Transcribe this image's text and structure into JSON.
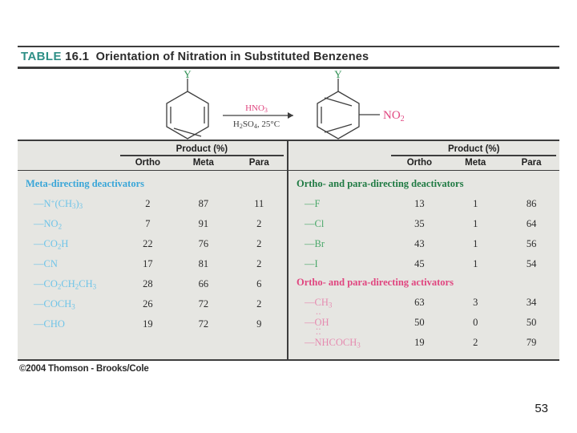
{
  "table": {
    "label": "TABLE",
    "number": "16.1",
    "caption": "Orientation of Nitration in Substituted Benzenes"
  },
  "scheme": {
    "substituent_label": "Y",
    "reagent_top": "HNO3",
    "reagent_bottom": "H2SO4, 25°C",
    "product_group": "NO2",
    "colors": {
      "substituent": "#2e8f53",
      "reagent": "#e0457f",
      "product_group": "#e0457f",
      "structure": "#3d3d3d"
    }
  },
  "columns": {
    "span_header": "Product (%)",
    "ortho": "Ortho",
    "meta": "Meta",
    "para": "Para"
  },
  "sections": {
    "meta_directing_deactivators": {
      "title": "Meta-directing deactivators",
      "color": "#3aa6d8",
      "rows": [
        {
          "label": "N(CH3)3+",
          "ortho": "2",
          "meta": "87",
          "para": "11"
        },
        {
          "label": "NO2",
          "ortho": "7",
          "meta": "91",
          "para": "2"
        },
        {
          "label": "CO2H",
          "ortho": "22",
          "meta": "76",
          "para": "2"
        },
        {
          "label": "CN",
          "ortho": "17",
          "meta": "81",
          "para": "2"
        },
        {
          "label": "CO2CH2CH3",
          "ortho": "28",
          "meta": "66",
          "para": "6"
        },
        {
          "label": "COCH3",
          "ortho": "26",
          "meta": "72",
          "para": "2"
        },
        {
          "label": "CHO",
          "ortho": "19",
          "meta": "72",
          "para": "9"
        }
      ]
    },
    "ortho_para_directing_deactivators": {
      "title": "Ortho- and para-directing deactivators",
      "color": "#1f7a43",
      "rows": [
        {
          "label": "F",
          "ortho": "13",
          "meta": "1",
          "para": "86"
        },
        {
          "label": "Cl",
          "ortho": "35",
          "meta": "1",
          "para": "64"
        },
        {
          "label": "Br",
          "ortho": "43",
          "meta": "1",
          "para": "56"
        },
        {
          "label": "I",
          "ortho": "45",
          "meta": "1",
          "para": "54"
        }
      ]
    },
    "ortho_para_directing_activators": {
      "title": "Ortho- and para-directing activators",
      "color": "#e0457f",
      "rows": [
        {
          "label": "CH3",
          "ortho": "63",
          "meta": "3",
          "para": "34"
        },
        {
          "label": "OH",
          "ortho": "50",
          "meta": "0",
          "para": "50"
        },
        {
          "label": "NHCOCH3",
          "ortho": "19",
          "meta": "2",
          "para": "79"
        }
      ]
    }
  },
  "credit": "©2004 Thomson - Brooks/Cole",
  "page_number": "53"
}
